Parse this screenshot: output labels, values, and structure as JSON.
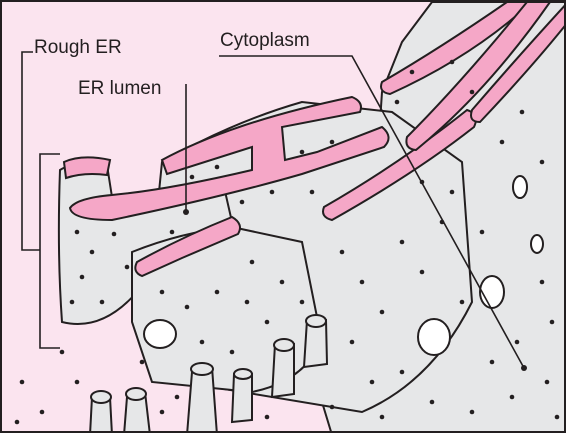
{
  "labels": {
    "rough_er": "Rough ER",
    "er_lumen": "ER lumen",
    "cytoplasm": "Cytoplasm"
  },
  "colors": {
    "background": "#fbe4ef",
    "membrane_fill": "#e6e7e8",
    "lumen": "#f5a7c7",
    "outline": "#231f20"
  }
}
